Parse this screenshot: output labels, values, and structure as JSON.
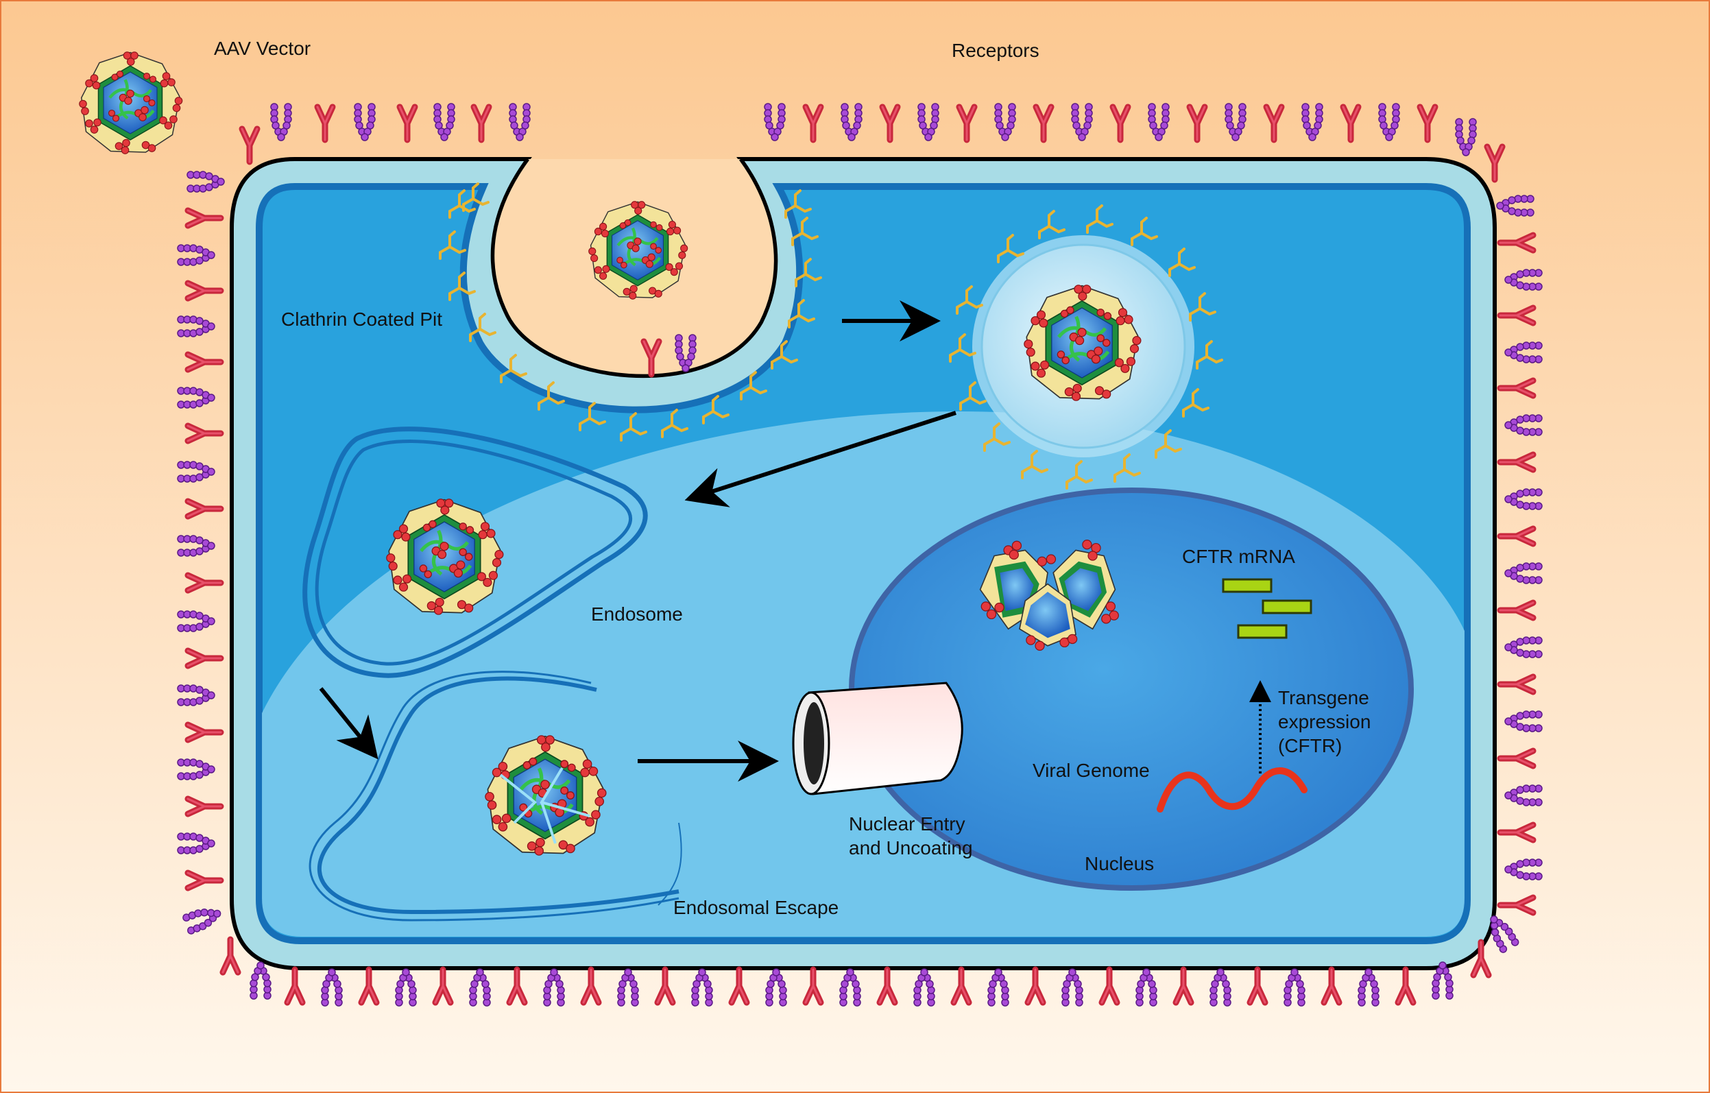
{
  "labels": {
    "aav_vector": "AAV Vector",
    "receptors": "Receptors",
    "clathrin_pit": "Clathrin Coated Pit",
    "endosome": "Endosome",
    "endosomal_escape": "Endosomal Escape",
    "nuclear_entry_line1": "Nuclear Entry",
    "nuclear_entry_line2": "and Uncoating",
    "viral_genome": "Viral Genome",
    "nucleus": "Nucleus",
    "cftr_mrna": "CFTR mRNA",
    "transgene_line1": "Transgene",
    "transgene_line2": "expression",
    "transgene_line3": "(CFTR)"
  },
  "colors": {
    "background_top": "#FCC891",
    "background_bottom": "#FFF7EC",
    "membrane": "#A8DCE6",
    "cytoplasm": "#29A2DD",
    "cytoplasm_inner_edge": "#1670B8",
    "nucleus": "#3A8FD8",
    "nucleus_border": "#3E64A6",
    "receptor_red": "#C8283C",
    "receptor_purple": "#9A3CC8",
    "clathrin": "#E8B431",
    "capsid_blue": "#1E6FCB",
    "capsid_green": "#1E8E3E",
    "capsid_yellow": "#F3E39A",
    "capsid_red": "#E4383C",
    "mrna": "#A9D414",
    "genome": "#E8341C",
    "arrow": "#000000",
    "frame": "#E87A3C"
  }
}
